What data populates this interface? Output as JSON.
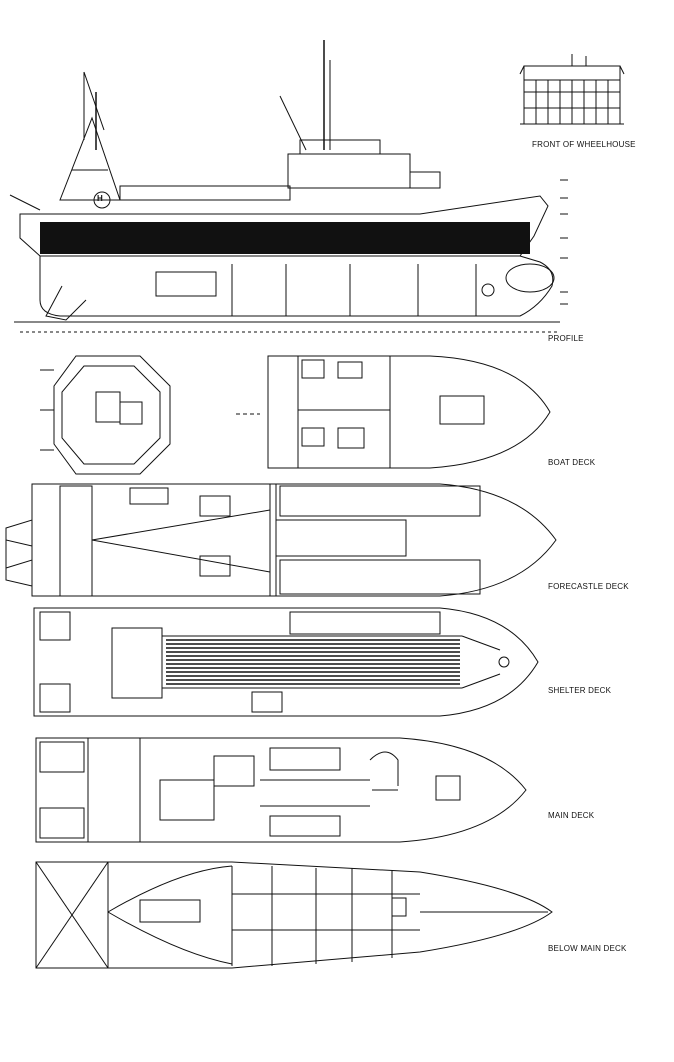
{
  "labels": {
    "front_of_wheelhouse": "FRONT OF WHEELHOUSE",
    "profile": "PROFILE",
    "boat_deck": "BOAT DECK",
    "forecastle_deck": "FORECASTLE DECK",
    "shelter_deck": "SHELTER DECK",
    "main_deck": "MAIN DECK",
    "below_main_deck": "BELOW MAIN DECK",
    "helipad_mark": "H"
  },
  "colors": {
    "ink": "#111111",
    "paper": "#ffffff"
  }
}
